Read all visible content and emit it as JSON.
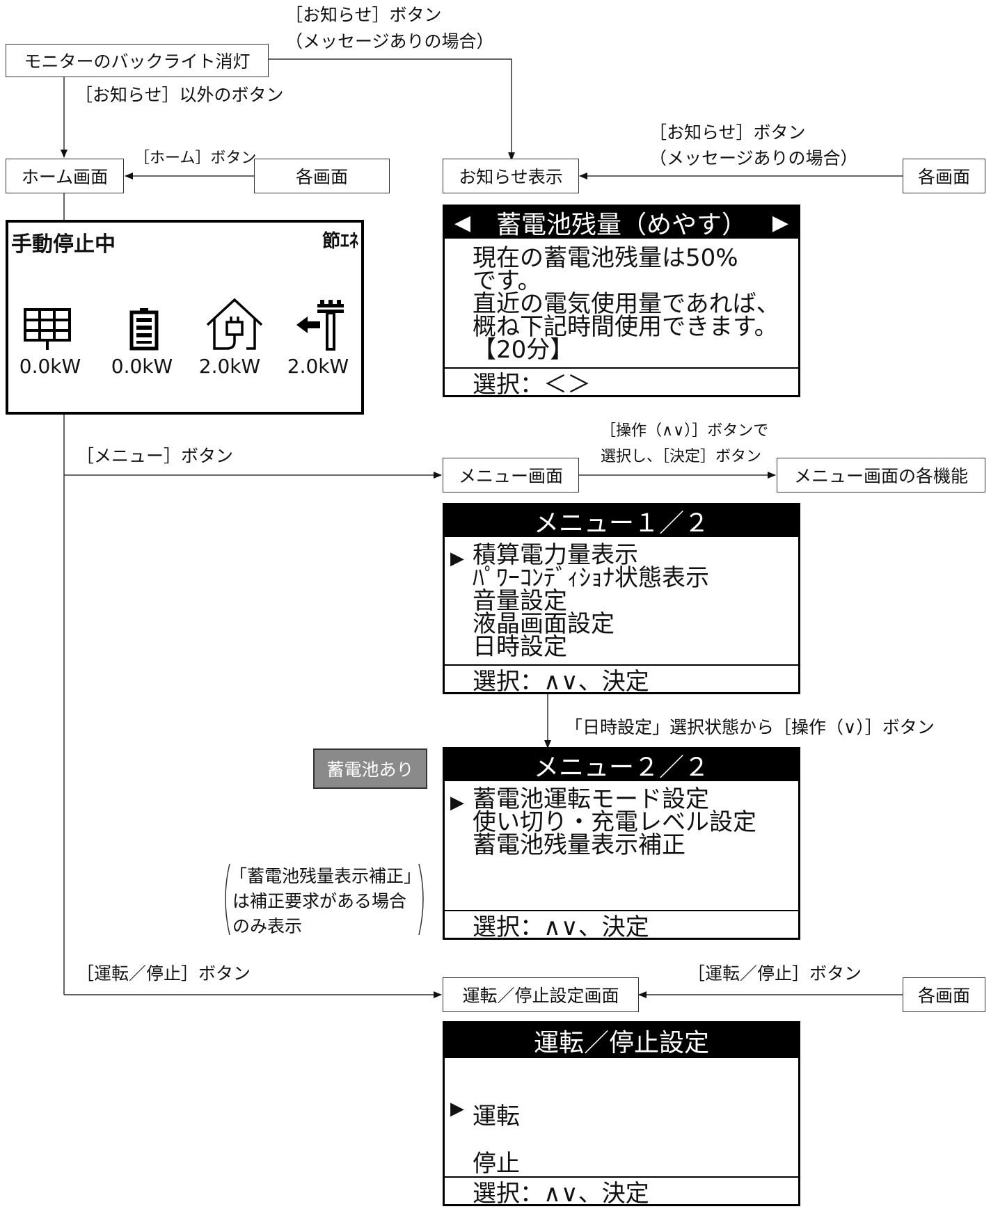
{
  "nodes": {
    "backlight_off": "モニターのバックライト消灯",
    "home_screen": "ホーム画面",
    "each_screen_a": "各画面",
    "notice_display": "お知らせ表示",
    "each_screen_b": "各画面",
    "menu_screen": "メニュー画面",
    "menu_functions": "メニュー画面の各機能",
    "run_stop_screen": "運転／停止設定画面",
    "each_screen_c": "各画面",
    "battery_tag": "蓄電池あり"
  },
  "labels": {
    "notice_btn_top_1": "［お知らせ］ボタン",
    "notice_btn_top_2": "（メッセージありの場合）",
    "other_than_notice": "［お知らせ］以外のボタン",
    "home_btn": "［ホーム］ボタン",
    "notice_btn_right_1": "［お知らせ］ボタン",
    "notice_btn_right_2": "（メッセージありの場合）",
    "menu_btn": "［メニュー］ボタン",
    "op_select_1": "［操作（∧∨）］ボタンで",
    "op_select_2": "選択し、［決定］ボタン",
    "datetime_to_next": "「日時設定」選択状態から［操作（∨）］ボタン",
    "note_1": "「蓄電池残量表示補正」",
    "note_2": "は補正要求がある場合",
    "note_3": "のみ表示",
    "run_stop_btn_left": "［運転／停止］ボタン",
    "run_stop_btn_right": "［運転／停止］ボタン"
  },
  "home": {
    "status": "手動停止中",
    "mode": "節ｴﾈ",
    "items": [
      {
        "icon": "solar-panel-icon",
        "value": "0.0kW"
      },
      {
        "icon": "battery-icon",
        "value": "0.0kW"
      },
      {
        "icon": "house-plug-icon",
        "value": "2.0kW"
      },
      {
        "icon": "power-pole-icon",
        "value": "2.0kW"
      }
    ]
  },
  "notice_screen": {
    "title": "蓄電池残量（めやす）",
    "lines": [
      "現在の蓄電池残量は50%",
      "です。",
      "直近の電気使用量であれば、",
      "概ね下記時間使用できます。",
      "【20分】"
    ],
    "footer": "選択：＜＞"
  },
  "menu1": {
    "title": "メニュー１／２",
    "items": [
      "積算電力量表示",
      "ﾊﾟﾜｰｺﾝﾃﾞｨｼｮﾅ状態表示",
      "音量設定",
      "液晶画面設定",
      "日時設定"
    ],
    "footer": "選択：∧∨、決定"
  },
  "menu2": {
    "title": "メニュー２／２",
    "items": [
      "蓄電池運転モード設定",
      "使い切り・充電レベル設定",
      "蓄電池残量表示補正"
    ],
    "footer": "選択：∧∨、決定"
  },
  "runstop": {
    "title": "運転／停止設定",
    "items": [
      "運転",
      "停止"
    ],
    "footer": "選択：∧∨、決定"
  }
}
